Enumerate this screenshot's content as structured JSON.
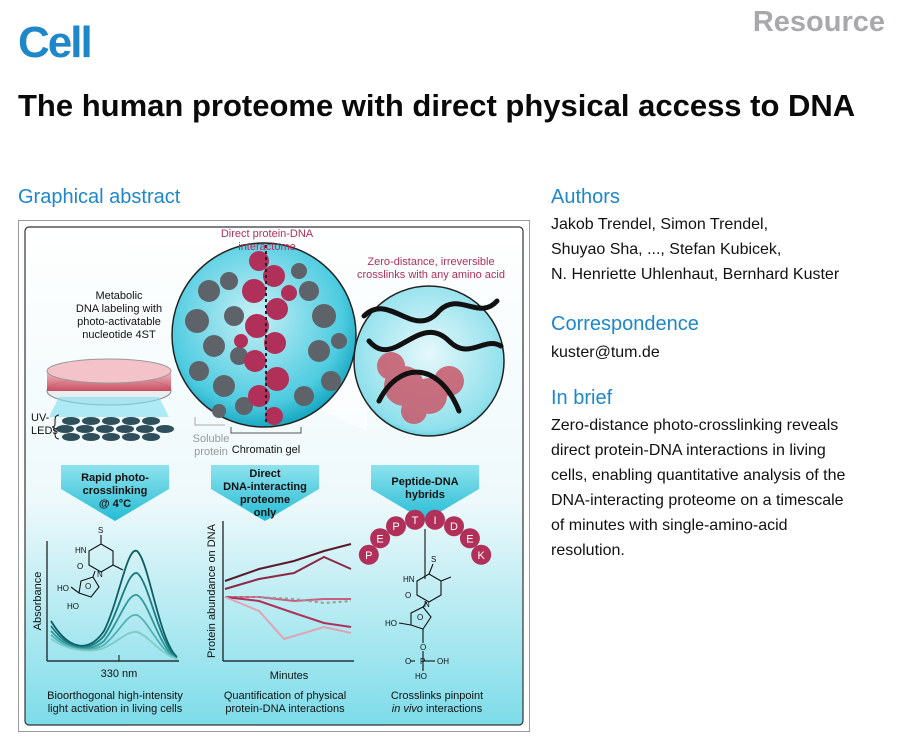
{
  "header": {
    "journal": "Cell",
    "article_type": "Resource",
    "title": "The human proteome with direct physical access to DNA"
  },
  "graphical_abstract": {
    "heading": "Graphical abstract",
    "labels": {
      "interactome_line1": "Direct protein-DNA",
      "interactome_line2": "interactome",
      "crosslink_line1": "Zero-distance, irreversible",
      "crosslink_line2": "crosslinks with any amino acid",
      "metabolic_line1": "Metabolic",
      "metabolic_line2": "DNA labeling with",
      "metabolic_line3": "photo-activatable",
      "metabolic_line4": "nucleotide 4ST",
      "uv_line1": "UV-",
      "uv_line2": "LEDs",
      "soluble_line1": "Soluble",
      "soluble_line2": "protein",
      "chromatin": "Chromatin gel",
      "arrow1_line1": "Rapid photo-",
      "arrow1_line2": "crosslinking",
      "arrow1_line3": "@ 4°C",
      "arrow2_line1": "Direct",
      "arrow2_line2": "DNA-interacting",
      "arrow2_line3": "proteome",
      "arrow2_line4": "only",
      "arrow3_line1": "Peptide-DNA",
      "arrow3_line2": "hybrids",
      "absorbance_axis": "Absorbance",
      "nm_label": "330 nm",
      "abundance_axis": "Protein abundance  on DNA",
      "minutes_axis": "Minutes",
      "caption1_line1": "Bioorthogonal high-intensity",
      "caption1_line2": "light activation in living cells",
      "caption2_line1": "Quantification of physical",
      "caption2_line2": "protein-DNA interactions",
      "caption3_line1": "Crosslinks pinpoint",
      "caption3_line2": "in vivo",
      "caption3_line2b": " interactions",
      "peptide_letters": [
        "P",
        "E",
        "P",
        "T",
        "I",
        "D",
        "E",
        "K"
      ],
      "chem_s": "S",
      "chem_hn": "HN",
      "chem_o": "O",
      "chem_n": "N",
      "chem_ho": "HO",
      "chem_p": "P",
      "chem_oh": "OH"
    },
    "colors": {
      "cyan": "#31c6dc",
      "cyan_light": "#d9f4f8",
      "magenta": "#b0305a",
      "dark_red": "#5a1a2a",
      "pink": "#e0a3b4",
      "grey_blob": "#666a70"
    }
  },
  "authors": {
    "heading": "Authors",
    "line1": "Jakob Trendel, Simon Trendel,",
    "line2": "Shuyao Sha, ..., Stefan Kubicek,",
    "line3": "N. Henriette Uhlenhaut, Bernhard Kuster"
  },
  "correspondence": {
    "heading": "Correspondence",
    "email": "kuster@tum.de"
  },
  "in_brief": {
    "heading": "In brief",
    "line1": "Zero-distance photo-crosslinking reveals",
    "line2": "direct protein-DNA interactions in living",
    "line3": "cells, enabling quantitative analysis of the",
    "line4": "DNA-interacting proteome on a timescale",
    "line5": "of minutes with single-amino-acid",
    "line6": "resolution."
  }
}
